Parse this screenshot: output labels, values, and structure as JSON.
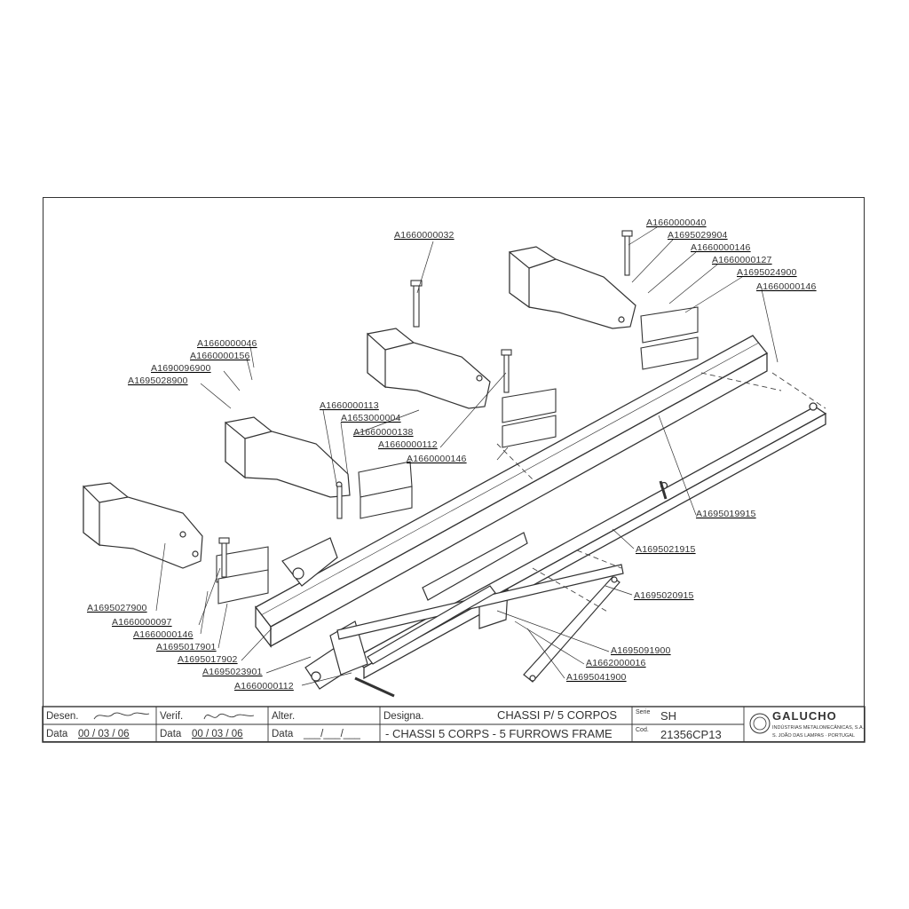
{
  "part_numbers": [
    "A1660000032",
    "A1660000040",
    "A1695029904",
    "A1660000146",
    "A1660000127",
    "A1695024900",
    "A1660000146",
    "A1660000046",
    "A1660000156",
    "A1690096900",
    "A1695028900",
    "A1660000113",
    "A1653000004",
    "A1660000138",
    "A1660000112",
    "A1660000146",
    "A1695019915",
    "A1695021915",
    "A1695020915",
    "A1695027900",
    "A1660000097",
    "A1660000146",
    "A1695017901",
    "A1695017902",
    "A1695023901",
    "A1660000112",
    "A1695091900",
    "A1662000016",
    "A1695041900"
  ],
  "title_block": {
    "desen_label": "Desen.",
    "verif_label": "Verif.",
    "alter_label": "Alter.",
    "data_label": "Data",
    "desen_date": "00 / 03 / 06",
    "verif_date": "00 / 03 / 06",
    "alter_date": "___/___/___",
    "designa_label": "Designa.",
    "designation_pt": "CHASSI P/ 5 CORPOS",
    "designation_fr_en": "- CHASSI 5 CORPS - 5 FURROWS FRAME",
    "serie_label": "Serie",
    "serie_value": "SH",
    "cod_label": "Cod.",
    "cod_value": "21356CP13",
    "company_name": "GALUCHO",
    "company_sub": "INDÚSTRIAS METALOMECÂNICAS, S.A.",
    "company_addr": "S. JOÃO DAS LAMPAS · PORTUGAL"
  }
}
